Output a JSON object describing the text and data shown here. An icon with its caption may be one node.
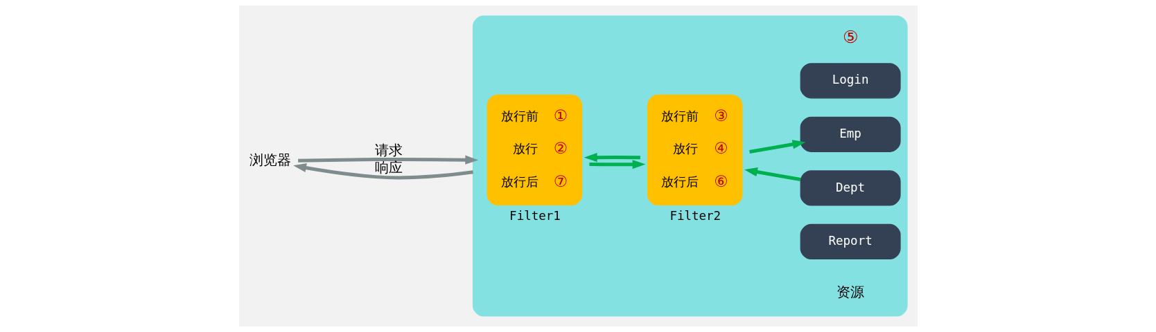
{
  "diagram": {
    "nodes": [
      {
        "text": [
          "浏览器"
        ]
      },
      {
        "text": [],
        "shape": "box"
      },
      {
        "text": [
          "放行前",
          "①",
          "放行",
          "②",
          "放行后",
          "⑦",
          "Filter1"
        ],
        "in": 1
      },
      {
        "text": [
          "放行前",
          "③",
          "放行",
          "④",
          "放行后",
          "⑥",
          "Filter2"
        ],
        "in": 1
      },
      {
        "text": [
          "Login"
        ],
        "in": 1
      },
      {
        "text": [
          "Emp"
        ],
        "in": 1
      },
      {
        "text": [
          "Dept"
        ],
        "in": 1
      },
      {
        "text": [
          "Report"
        ],
        "in": 1
      }
    ],
    "edges": [
      {
        "from": 0,
        "to": 1,
        "arrow": "to",
        "label": "请求",
        "color": "#7f8c8d"
      },
      {
        "from": 1,
        "to": 0,
        "arrow": "to",
        "label": "响应",
        "color": "#7f8c8d"
      },
      {
        "from": 2,
        "to": 3,
        "arrow": "to"
      },
      {
        "from": 3,
        "to": 5,
        "arrow": "to"
      },
      {
        "from": 6,
        "to": 3,
        "arrow": "to"
      },
      {
        "from": 3,
        "to": 2,
        "arrow": "to"
      }
    ],
    "labels": [
      "⑤",
      "资源"
    ]
  }
}
